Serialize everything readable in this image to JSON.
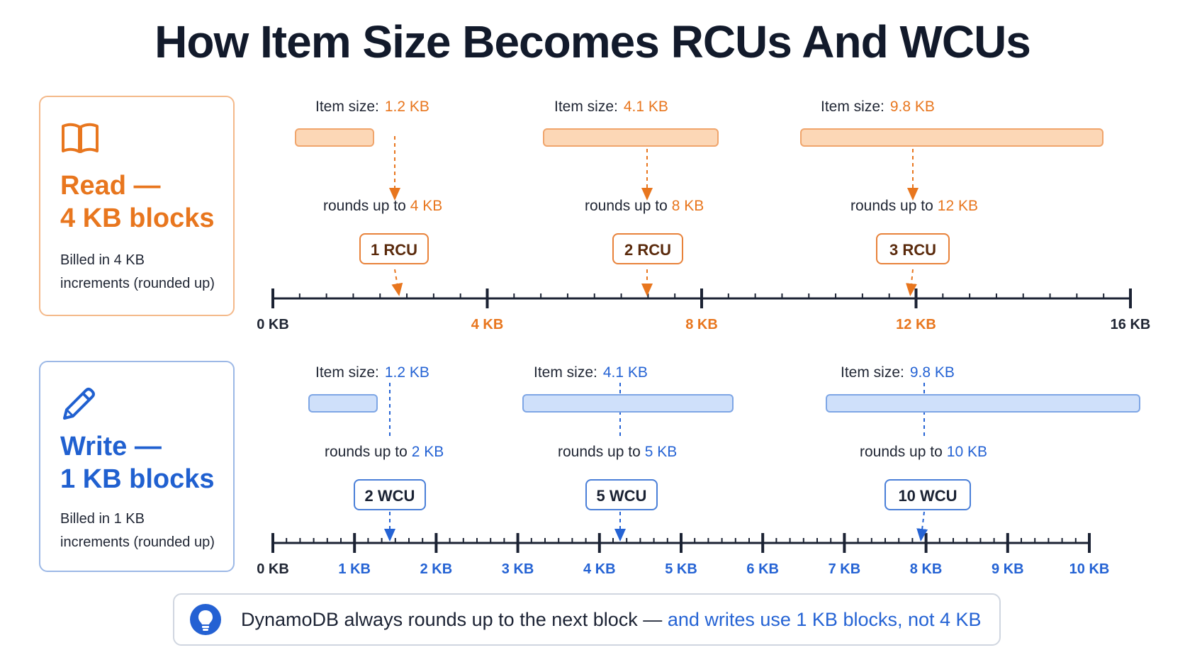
{
  "title": "How Item Size Becomes RCUs And WCUs",
  "colors": {
    "read_accent": "#e8761e",
    "write_accent": "#2563d4",
    "text": "#1b2233"
  },
  "read": {
    "icon": "book-icon",
    "heading_line1": "Read —",
    "heading_line2": "4 KB blocks",
    "desc_line1": "Billed in 4 KB",
    "desc_line2": "increments (rounded up)",
    "items": [
      {
        "size_prefix": "Item size:",
        "size": "1.2 KB",
        "rounds_prefix": "rounds up to",
        "rounded": "4 KB",
        "units": "1 RCU"
      },
      {
        "size_prefix": "Item size:",
        "size": "4.1 KB",
        "rounds_prefix": "rounds up to",
        "rounded": "8 KB",
        "units": "2 RCU"
      },
      {
        "size_prefix": "Item size:",
        "size": "9.8 KB",
        "rounds_prefix": "rounds up to",
        "rounded": "12 KB",
        "units": "3 RCU"
      }
    ],
    "axis_labels": [
      "0 KB",
      "4 KB",
      "8 KB",
      "12 KB",
      "16 KB"
    ]
  },
  "write": {
    "icon": "pencil-icon",
    "heading_line1": "Write —",
    "heading_line2": "1 KB blocks",
    "desc_line1": "Billed in 1 KB",
    "desc_line2": "increments (rounded up)",
    "items": [
      {
        "size_prefix": "Item size:",
        "size": "1.2 KB",
        "rounds_prefix": "rounds up to",
        "rounded": "2 KB",
        "units": "2 WCU"
      },
      {
        "size_prefix": "Item size:",
        "size": "4.1 KB",
        "rounds_prefix": "rounds up to",
        "rounded": "5 KB",
        "units": "5 WCU"
      },
      {
        "size_prefix": "Item size:",
        "size": "9.8 KB",
        "rounds_prefix": "rounds up to",
        "rounded": "10 KB",
        "units": "10 WCU"
      }
    ],
    "axis_labels": [
      "0 KB",
      "1 KB",
      "2 KB",
      "3 KB",
      "4 KB",
      "5 KB",
      "6 KB",
      "7 KB",
      "8 KB",
      "9 KB",
      "10 KB"
    ]
  },
  "footer": {
    "icon": "lightbulb-icon",
    "text_main": "DynamoDB always rounds up to the next block —",
    "text_highlight": "and writes use 1 KB blocks, not 4 KB"
  }
}
